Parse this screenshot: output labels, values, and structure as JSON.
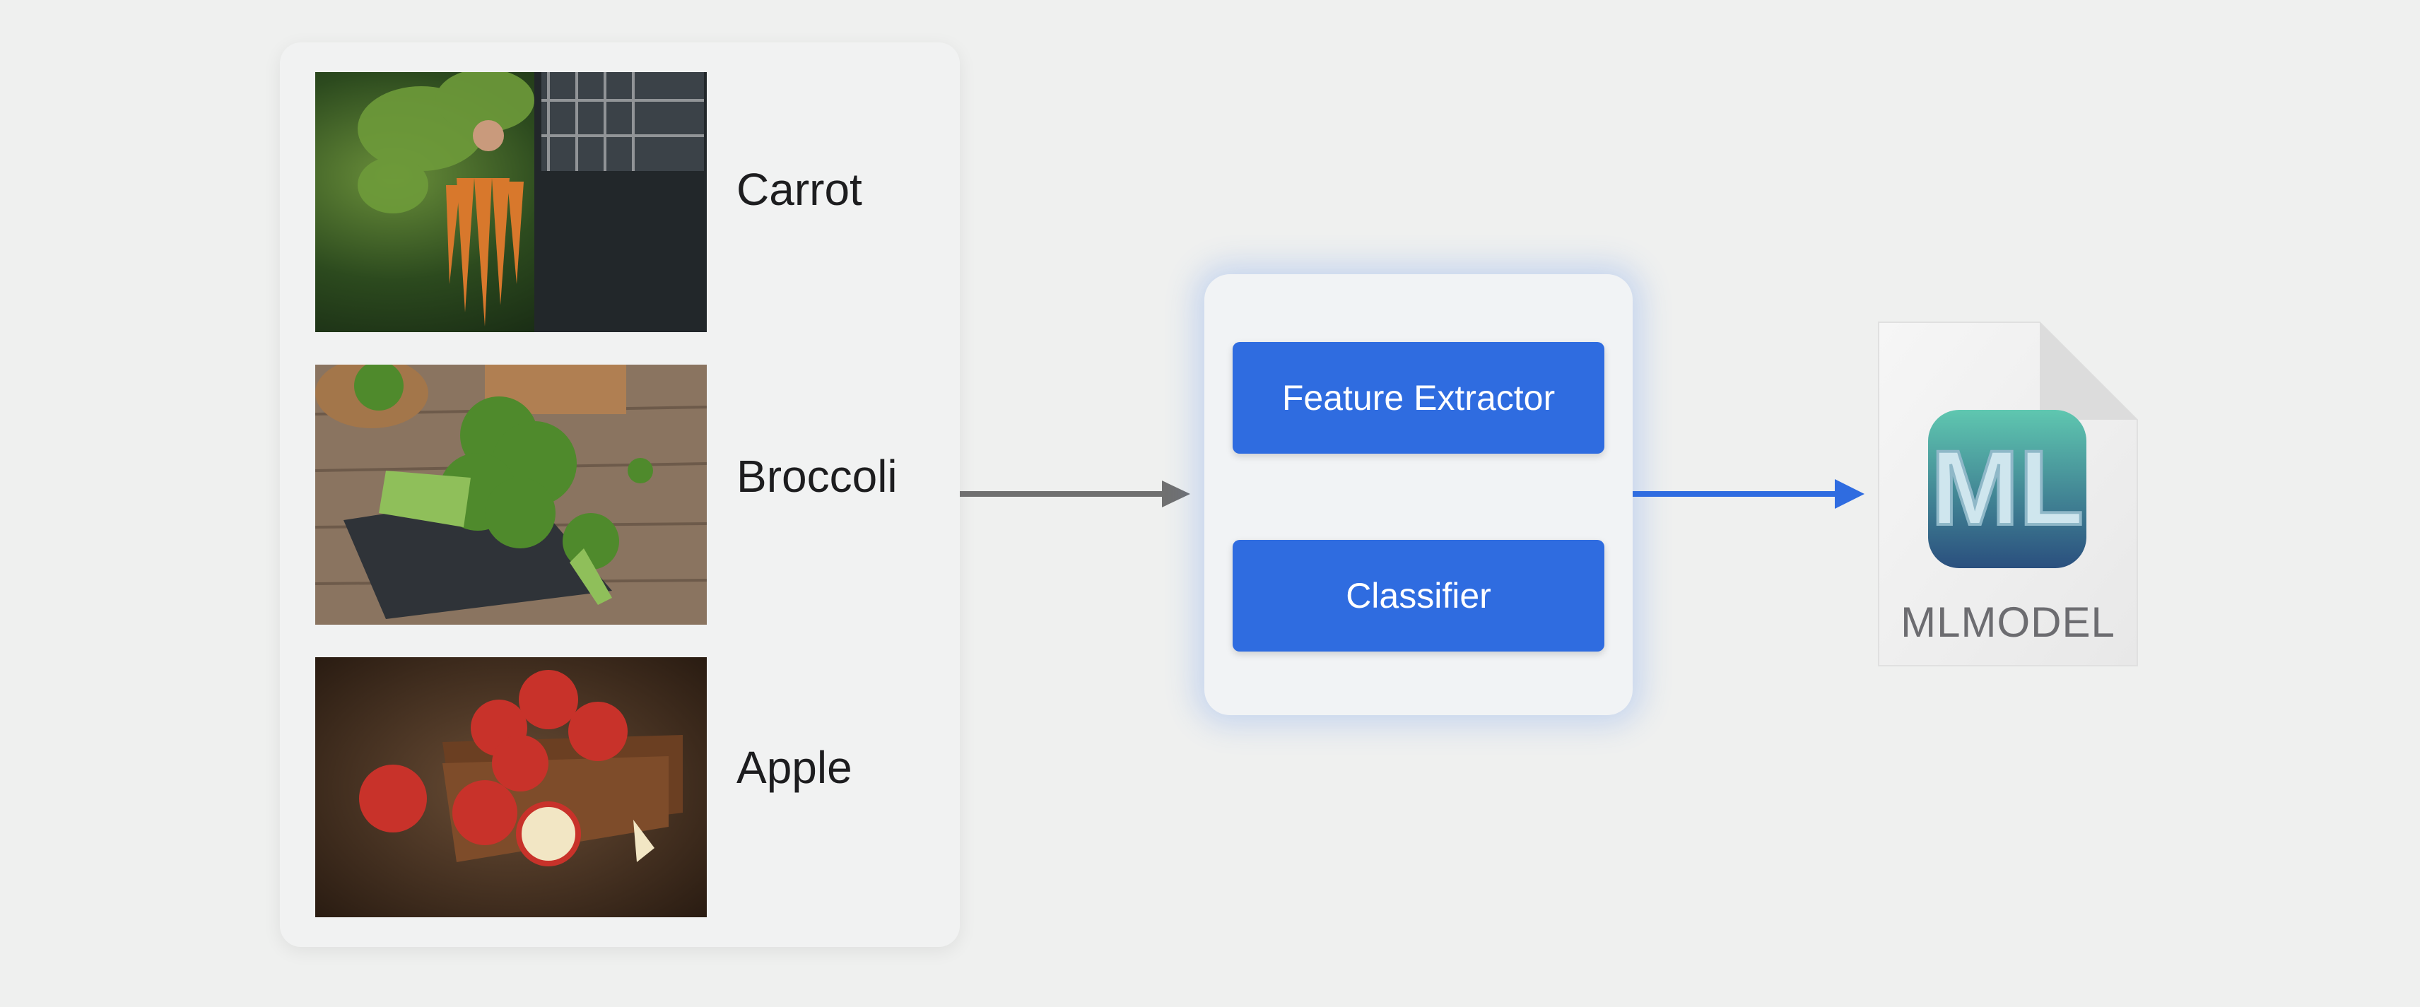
{
  "rows": [
    {
      "label": "Carrot",
      "image": "carrot-bunch-photo"
    },
    {
      "label": "Broccoli",
      "image": "broccoli-on-wood-photo"
    },
    {
      "label": "Apple",
      "image": "apples-in-crate-photo"
    }
  ],
  "model": {
    "feature_extractor": "Feature Extractor",
    "classifier": "Classifier"
  },
  "output": {
    "label": "MLMODEL",
    "icon": "ml-model-file-icon",
    "icon_text": "ML"
  },
  "colors": {
    "accent": "#2f6ce0",
    "gray_arrow": "#707070",
    "blue_arrow": "#2f6ce0"
  }
}
